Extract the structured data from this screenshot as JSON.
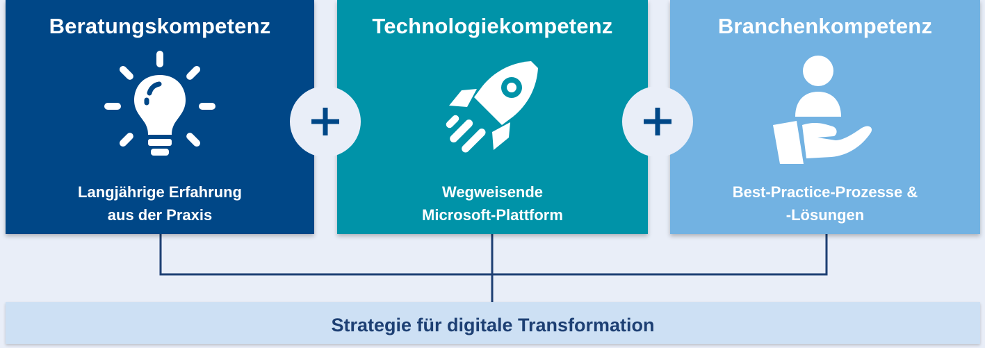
{
  "colors": {
    "background": "#e9eef8",
    "consulting": "#004787",
    "technology": "#0093a8",
    "industry": "#72b2e2",
    "connector": "#1d3f73",
    "strategy_bar": "#cde0f4"
  },
  "panels": [
    {
      "title": "Beratungskompetenz",
      "icon": "lightbulb-icon",
      "subtitle_lines": [
        "Langjährige Erfahrung",
        "aus der Praxis"
      ]
    },
    {
      "title": "Technologiekompetenz",
      "icon": "rocket-icon",
      "subtitle_lines": [
        "Wegweisende",
        "Microsoft-Plattform"
      ]
    },
    {
      "title": "Branchenkompetenz",
      "icon": "hand-person-icon",
      "subtitle_lines": [
        "Best-Practice-Prozesse &",
        "-Lösungen"
      ]
    }
  ],
  "operators": [
    "plus-icon",
    "plus-icon"
  ],
  "result": {
    "label": "Strategie für digitale Transformation"
  }
}
